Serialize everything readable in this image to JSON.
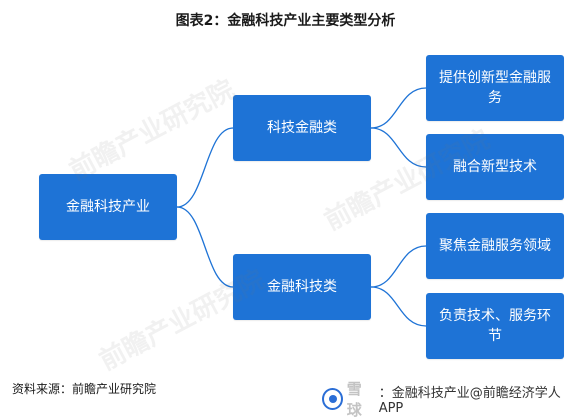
{
  "title": "图表2：金融科技产业主要类型分析",
  "root": "金融科技产业",
  "branches": [
    {
      "label": "科技金融类",
      "children": [
        "提供创新型金融服务",
        "融合新型技术"
      ]
    },
    {
      "label": "金融科技类",
      "children": [
        "聚焦金融服务领域",
        "负责技术、服务环节"
      ]
    }
  ],
  "watermark": "前瞻产业研究院",
  "source": "资料来源：前瞻产业研究院",
  "credit": {
    "platform": "雪球",
    "text": "：金融科技产业@前瞻经济学人APP"
  },
  "colors": {
    "node": "#1e73d6",
    "line": "#1e73d6"
  }
}
